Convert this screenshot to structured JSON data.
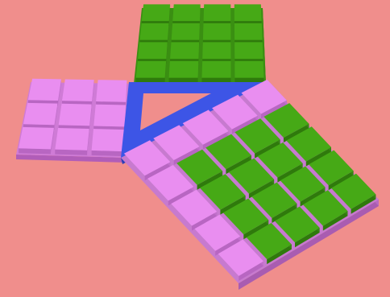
{
  "scene": {
    "background_color": "#f08e8c",
    "description_icon": "pythagorean-tiles-puzzle"
  },
  "boards": {
    "top": {
      "name": "square-board-top-green",
      "grid_cols": 4,
      "grid_rows": 4,
      "tile_color": "#46a916",
      "tile_side_color": "#2f7a0c",
      "base_color": "#3a8f12"
    },
    "left": {
      "name": "square-board-left-pink",
      "grid_cols": 3,
      "grid_rows": 3,
      "tile_color": "#e98ef0",
      "tile_side_color": "#b866c2",
      "base_color": "#cf7bd6"
    },
    "right": {
      "name": "square-board-right-mixed",
      "grid_cols": 5,
      "grid_rows": 5,
      "green_cols": 4,
      "green_rows": 4,
      "green_tile_color": "#46a916",
      "green_side_color": "#2f7a0c",
      "pink_tile_color": "#e98ef0",
      "pink_side_color": "#b866c2",
      "base_color": "#c77acf"
    },
    "triangle": {
      "name": "center-triangle-frame",
      "frame_color": "#3d55e6",
      "frame_side_color": "#2b3fb8"
    }
  }
}
